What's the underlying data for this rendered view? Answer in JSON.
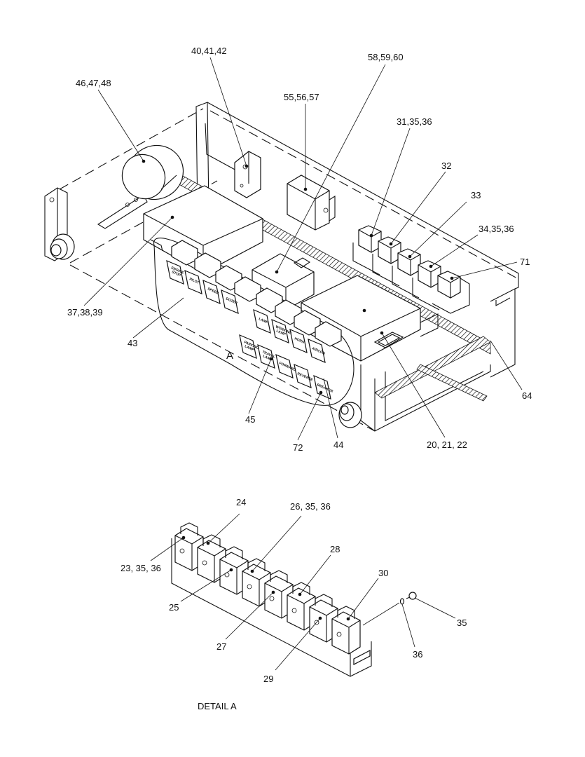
{
  "callouts": {
    "c_46_47_48": "46,47,48",
    "c_40_41_42": "40,41,42",
    "c_58_59_60": "58,59,60",
    "c_55_56_57": "55,56,57",
    "c_31_35_36": "31,35,36",
    "c_32": "32",
    "c_33": "33",
    "c_34_35_36": "34,35,36",
    "c_71": "71",
    "c_37_38_39": "37,38,39",
    "c_43": "43",
    "c_A": "A",
    "c_64": "64",
    "c_45": "45",
    "c_72": "72",
    "c_44": "44",
    "c_20_21_22": "20, 21, 22"
  },
  "switch_labels": {
    "engine_stop_1": "ENGINE",
    "engine_stop_2": "STOP",
    "pilot": "PILOT",
    "speed": "SPEED",
    "dozer": "DOZER",
    "lamp": "LAMP",
    "working_lamp_1": "WORKING",
    "working_lamp_2": "LAMP",
    "horn": "HORN",
    "aircon": "AIRCON",
    "parking_lamp_1": "PARKING",
    "parking_lamp_2": "LAMP",
    "travel_lamp_1": "TRAVEL",
    "travel_lamp_2": "LAMP",
    "forward": "FORWARD",
    "reverse": "REVERSE",
    "breaker": "BREAKER"
  },
  "detail": {
    "title": "DETAIL  A",
    "c_24": "24",
    "c_26_35_36": "26, 35, 36",
    "c_23_35_36": "23, 35, 36",
    "c_28": "28",
    "c_30": "30",
    "c_25": "25",
    "c_35": "35",
    "c_27": "27",
    "c_36": "36",
    "c_29": "29"
  }
}
